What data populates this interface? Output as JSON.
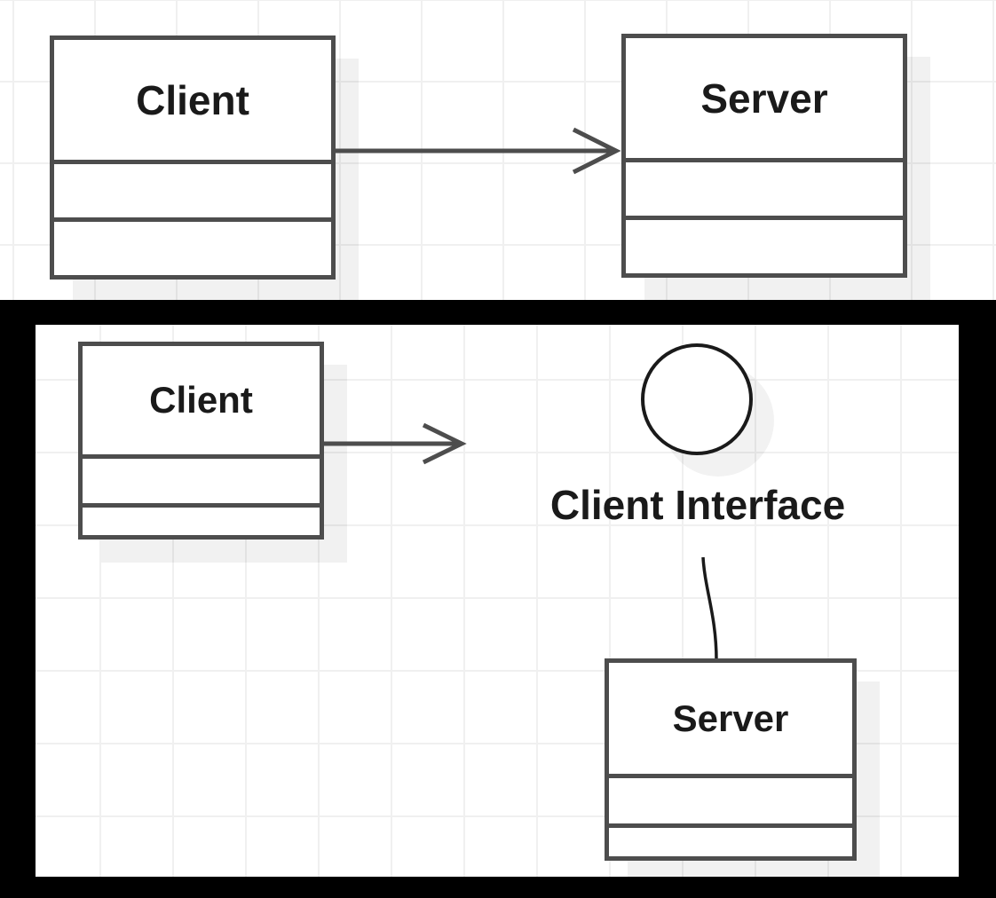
{
  "top_diagram": {
    "client_class": {
      "title": "Client"
    },
    "server_class": {
      "title": "Server"
    }
  },
  "bottom_diagram": {
    "client_class": {
      "title": "Client"
    },
    "interface": {
      "label": "Client Interface"
    },
    "server_class": {
      "title": "Server"
    }
  },
  "colors": {
    "shape_border": "#4d4d4d",
    "connector": "#4d4d4d",
    "text": "#1a1a1a",
    "grid_line": "#f0f0f0",
    "canvas_bg": "#ffffff",
    "frame_bg": "#000000"
  }
}
